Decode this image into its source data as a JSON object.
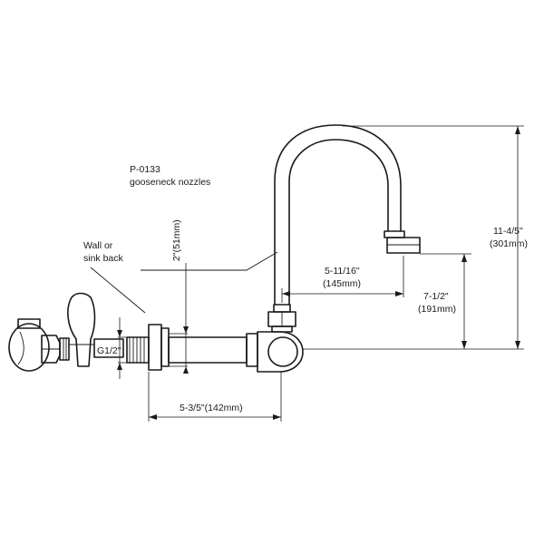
{
  "labels": {
    "nozzle_code": "P-0133",
    "nozzle_desc": "gooseneck nozzles",
    "wall_line1": "Wall or",
    "wall_line2": "sink back",
    "thread": "G1/2\"",
    "stub_dim": "2\"(51mm)",
    "reach_dim": "5-3/5\"(142mm)",
    "spout_reach_a": "5-11/16\"",
    "spout_reach_b": "(145mm)",
    "spout_height_a": "7-1/2\"",
    "spout_height_b": "(191mm)",
    "total_height_a": "11-4/5\"",
    "total_height_b": "(301mm)"
  },
  "colors": {
    "line": "#1a1a1a",
    "background": "#ffffff"
  }
}
